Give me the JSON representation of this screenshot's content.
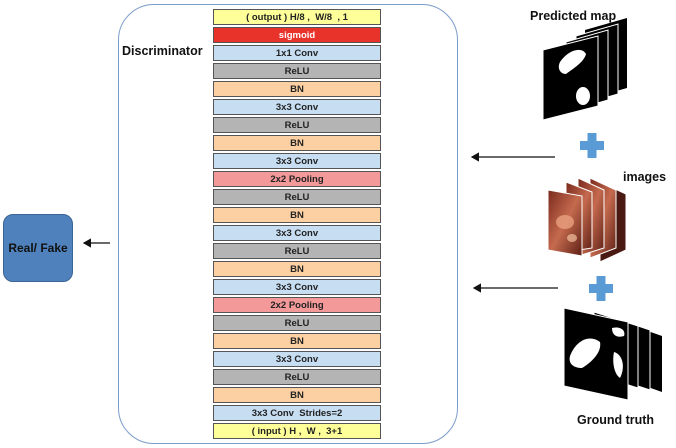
{
  "discriminator": {
    "title": "Discriminator",
    "layers": [
      {
        "label": "( output ) H/8 ,  W/8  , 1",
        "color": "#ffff99",
        "kind": "output"
      },
      {
        "label": "sigmoid",
        "color": "#e8332b",
        "kind": "activation"
      },
      {
        "label": "1x1 Conv",
        "color": "#c6ddf2",
        "kind": "conv"
      },
      {
        "label": "ReLU",
        "color": "#b4b4b4",
        "kind": "activation"
      },
      {
        "label": "BN",
        "color": "#fcd0a3",
        "kind": "norm"
      },
      {
        "label": "3x3 Conv",
        "color": "#c6ddf2",
        "kind": "conv"
      },
      {
        "label": "ReLU",
        "color": "#b4b4b4",
        "kind": "activation"
      },
      {
        "label": "BN",
        "color": "#fcd0a3",
        "kind": "norm"
      },
      {
        "label": "3x3 Conv",
        "color": "#c6ddf2",
        "kind": "conv"
      },
      {
        "label": "2x2 Pooling",
        "color": "#f4999a",
        "kind": "pool"
      },
      {
        "label": "ReLU",
        "color": "#b4b4b4",
        "kind": "activation"
      },
      {
        "label": "BN",
        "color": "#fcd0a3",
        "kind": "norm"
      },
      {
        "label": "3x3 Conv",
        "color": "#c6ddf2",
        "kind": "conv"
      },
      {
        "label": "ReLU",
        "color": "#b4b4b4",
        "kind": "activation"
      },
      {
        "label": "BN",
        "color": "#fcd0a3",
        "kind": "norm"
      },
      {
        "label": "3x3 Conv",
        "color": "#c6ddf2",
        "kind": "conv"
      },
      {
        "label": "2x2 Pooling",
        "color": "#f4999a",
        "kind": "pool"
      },
      {
        "label": "ReLU",
        "color": "#b4b4b4",
        "kind": "activation"
      },
      {
        "label": "BN",
        "color": "#fcd0a3",
        "kind": "norm"
      },
      {
        "label": "3x3 Conv",
        "color": "#c6ddf2",
        "kind": "conv"
      },
      {
        "label": "ReLU",
        "color": "#b4b4b4",
        "kind": "activation"
      },
      {
        "label": "BN",
        "color": "#fcd0a3",
        "kind": "norm"
      },
      {
        "label": "3x3 Conv  Strides=2",
        "color": "#c6ddf2",
        "kind": "conv"
      },
      {
        "label": "( input ) H ,  W ,  3+1",
        "color": "#ffff99",
        "kind": "input"
      }
    ]
  },
  "output_box": {
    "label": "Real/ Fake",
    "color": "#4f81bd"
  },
  "inputs": {
    "predicted_map": "Predicted map",
    "images": "images",
    "ground_truth": "Ground truth"
  },
  "plus_color": "#5b9bd5"
}
